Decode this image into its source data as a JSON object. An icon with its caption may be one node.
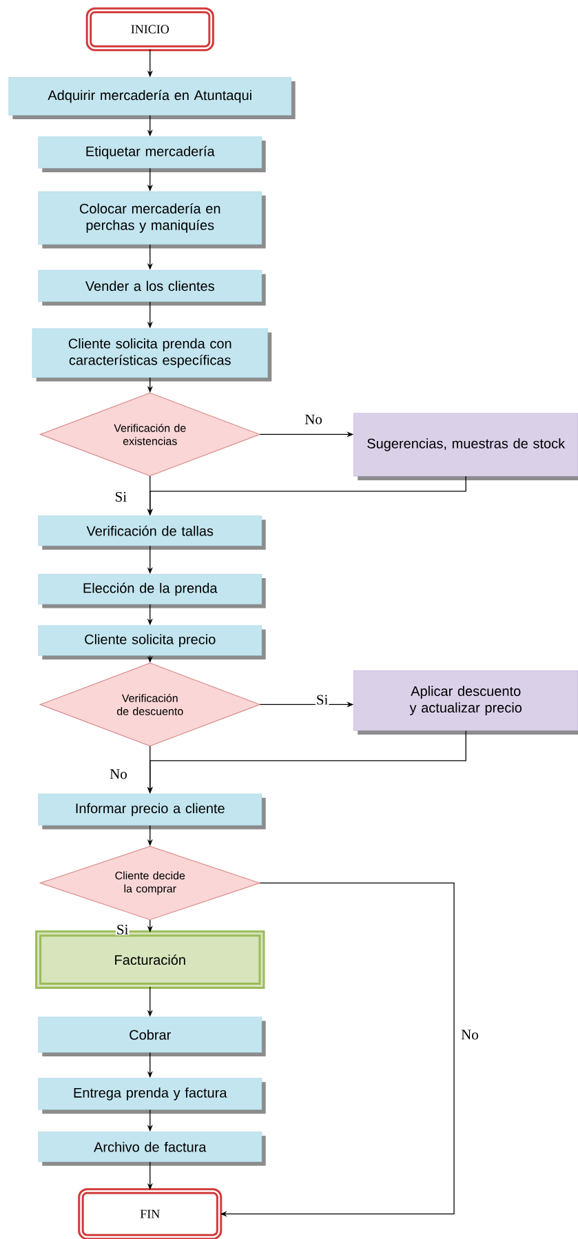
{
  "diagram": {
    "nodes": [
      {
        "text": [
          "INICIO"
        ]
      },
      {
        "text": [
          "Adquirir mercadería en Atuntaqui"
        ]
      },
      {
        "text": [
          "Etiquetar mercadería"
        ]
      },
      {
        "text": [
          "Colocar mercadería en perchas y maniquíes"
        ]
      },
      {
        "text": [
          "Vender a los clientes"
        ]
      },
      {
        "text": [
          "Cliente solicita prenda con características específicas"
        ]
      },
      {
        "text": [
          "Verificación de existencias"
        ]
      },
      {
        "text": [
          "Sugerencias, muestras de stock"
        ]
      },
      {
        "text": [
          "Verificación de tallas"
        ]
      },
      {
        "text": [
          "Elección de la prenda"
        ]
      },
      {
        "text": [
          "Cliente solicita precio"
        ]
      },
      {
        "text": [
          "Verificación de descuento"
        ]
      },
      {
        "text": [
          "Aplicar descuento y actualizar precio"
        ]
      },
      {
        "text": [
          "Informar precio a cliente"
        ]
      },
      {
        "text": [
          "Cliente decide la comprar"
        ]
      },
      {
        "text": [
          "Facturación"
        ]
      },
      {
        "text": [
          "Cobrar"
        ]
      },
      {
        "text": [
          "Entrega prenda y factura"
        ]
      },
      {
        "text": [
          "Archivo de factura"
        ]
      },
      {
        "text": [
          "FIN"
        ]
      }
    ],
    "edges": [
      {
        "from": 0,
        "to": 1,
        "arrow": "to"
      },
      {
        "from": 1,
        "to": 2,
        "arrow": "to"
      },
      {
        "from": 2,
        "to": 3,
        "arrow": "to"
      },
      {
        "from": 3,
        "to": 4,
        "arrow": "to"
      },
      {
        "from": 4,
        "to": 5,
        "arrow": "to"
      },
      {
        "from": 5,
        "to": 6,
        "arrow": "to"
      },
      {
        "from": 6,
        "to": 7,
        "arrow": "to",
        "label": "No"
      },
      {
        "from": 7,
        "to": 8,
        "arrow": "to"
      },
      {
        "from": 6,
        "to": 8,
        "arrow": "to",
        "label": "Si"
      },
      {
        "from": 8,
        "to": 9,
        "arrow": "to"
      },
      {
        "from": 9,
        "to": 10,
        "arrow": "to"
      },
      {
        "from": 10,
        "to": 11,
        "arrow": "to"
      },
      {
        "from": 11,
        "to": 12,
        "arrow": "to",
        "label": "Si"
      },
      {
        "from": 12,
        "to": 13,
        "arrow": "to"
      },
      {
        "from": 11,
        "to": 13,
        "arrow": "to",
        "label": "No"
      },
      {
        "from": 13,
        "to": 14,
        "arrow": "to"
      },
      {
        "from": 14,
        "to": 15,
        "arrow": "to",
        "label": "Si"
      },
      {
        "from": 15,
        "to": 16,
        "arrow": "to"
      },
      {
        "from": 16,
        "to": 17,
        "arrow": "to"
      },
      {
        "from": 17,
        "to": 18,
        "arrow": "to"
      },
      {
        "from": 18,
        "to": 19,
        "arrow": "to"
      },
      {
        "from": 14,
        "to": 19,
        "arrow": "to",
        "label": "No"
      }
    ]
  }
}
